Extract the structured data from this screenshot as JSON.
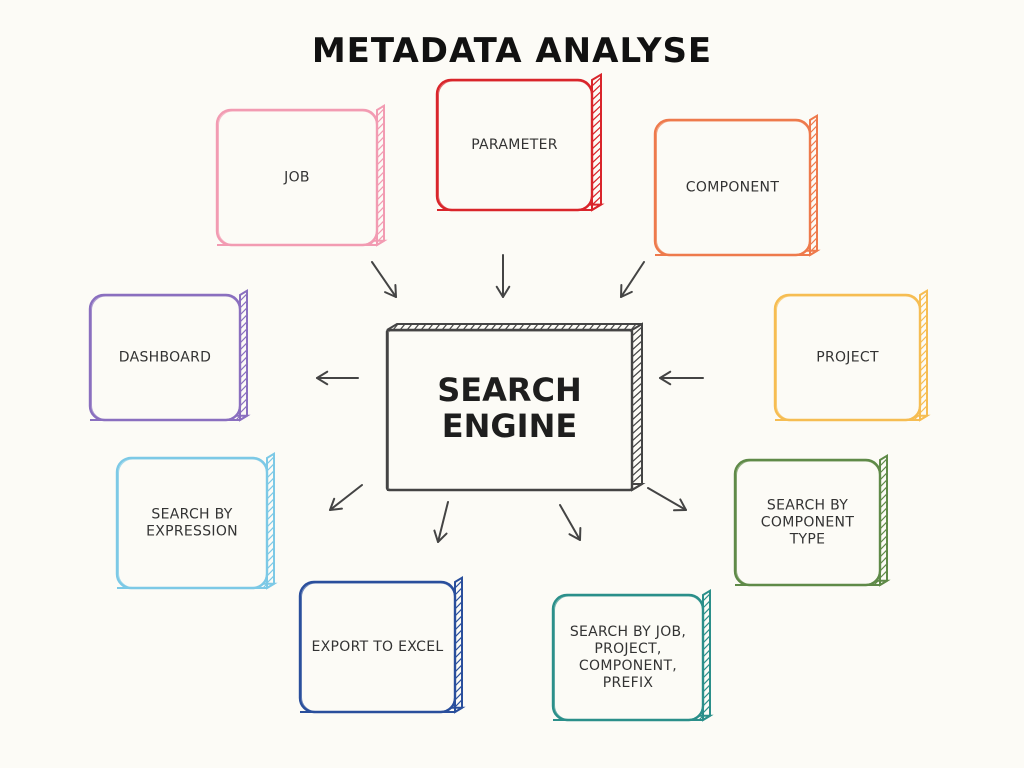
{
  "title": "METADATA ANALYSE",
  "center": {
    "lines": [
      "SEARCH",
      "ENGINE"
    ],
    "color": "#444444"
  },
  "inputs": [
    {
      "key": "job",
      "lines": [
        "JOB"
      ],
      "color": "#f29bb2"
    },
    {
      "key": "parameter",
      "lines": [
        "PARAMETER"
      ],
      "color": "#d9252b"
    },
    {
      "key": "component",
      "lines": [
        "COMPONENT"
      ],
      "color": "#ee7a4c"
    },
    {
      "key": "project",
      "lines": [
        "PROJECT"
      ],
      "color": "#f6bd52"
    }
  ],
  "outputs": [
    {
      "key": "dashboard",
      "lines": [
        "DASHBOARD"
      ],
      "color": "#8a6fbf"
    },
    {
      "key": "search-by-expression",
      "lines": [
        "SEARCH BY",
        "EXPRESSION"
      ],
      "color": "#7cc9e6"
    },
    {
      "key": "export-to-excel",
      "lines": [
        "EXPORT TO EXCEL"
      ],
      "color": "#2a4f9c"
    },
    {
      "key": "search-by-job",
      "lines": [
        "SEARCH BY JOB,",
        "PROJECT,",
        "COMPONENT,",
        "PREFIX"
      ],
      "color": "#2b8f8a"
    },
    {
      "key": "search-by-component-type",
      "lines": [
        "SEARCH BY",
        "COMPONENT",
        "TYPE"
      ],
      "color": "#5f8a48"
    }
  ],
  "arrow_color": "#444444"
}
